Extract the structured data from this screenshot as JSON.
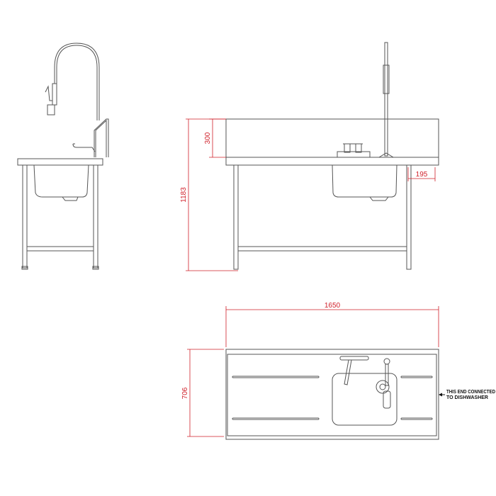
{
  "dimensions": {
    "splashback_height": "300",
    "overall_height": "1183",
    "leg_offset": "195",
    "overall_length": "1650",
    "depth": "706"
  },
  "note": {
    "line1": "THIS END CONNECTED",
    "line2": "TO DISHWASHER"
  },
  "colors": {
    "dimension": "#d0202a",
    "outline": "#555555"
  }
}
